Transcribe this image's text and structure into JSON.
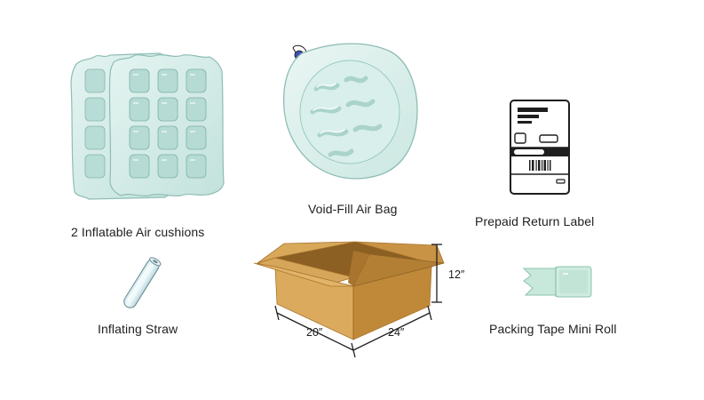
{
  "items": {
    "air_cushions": {
      "label": "2 Inflatable Air cushions",
      "icon": "inflatable-air-cushion-icon"
    },
    "air_bag": {
      "label": "Void-Fill Air Bag",
      "icon": "void-fill-air-bag-icon"
    },
    "return_label": {
      "label": "Prepaid Return Label",
      "icon": "shipping-label-icon"
    },
    "straw": {
      "label": "Inflating Straw",
      "icon": "straw-icon"
    },
    "box": {
      "icon": "cardboard-box-icon",
      "dimensions": {
        "height": "12″",
        "width": "20″",
        "length": "24″"
      }
    },
    "tape": {
      "label": "Packing Tape Mini Roll",
      "icon": "packing-tape-icon"
    }
  },
  "colors": {
    "cushion_fill": "#d3ece7",
    "cushion_stroke": "#8fbdb5",
    "box_light": "#dcaa5c",
    "box_mid": "#c99345",
    "box_dark": "#a8742e",
    "outline": "#1e1e1e"
  }
}
